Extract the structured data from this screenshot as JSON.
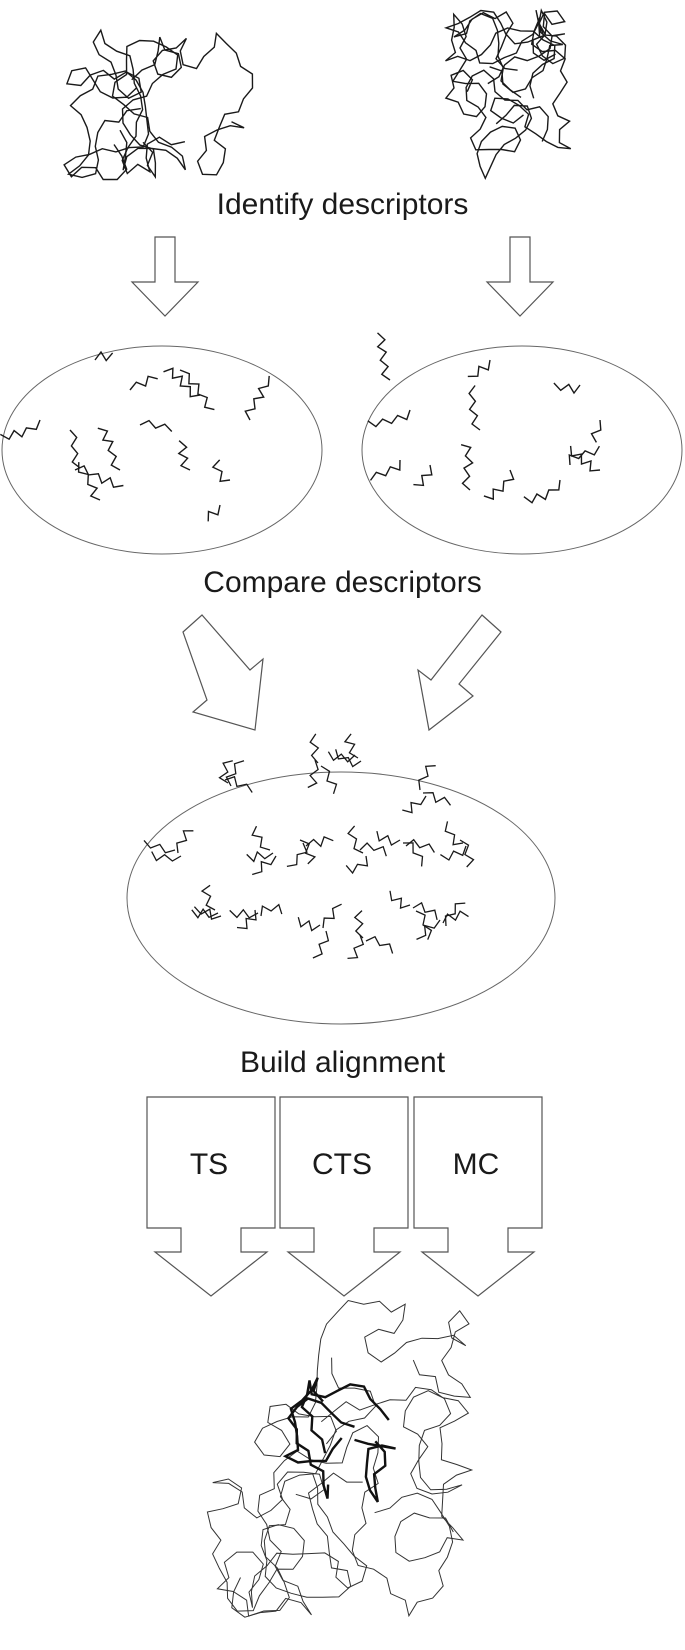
{
  "steps": {
    "identify": "Identify descriptors",
    "compare": "Compare descriptors",
    "build": "Build alignment"
  },
  "methods": [
    "TS",
    "CTS",
    "MC"
  ],
  "colors": {
    "line": "#1a1a1a",
    "outline": "#555555",
    "background": "#ffffff"
  }
}
